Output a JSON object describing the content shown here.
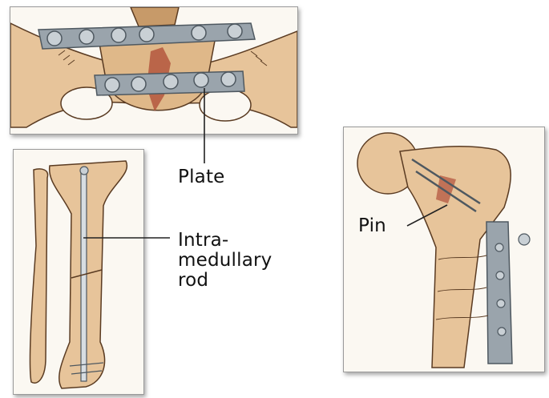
{
  "labels": {
    "plate": "Plate",
    "rod_line1": "Intra-",
    "rod_line2": "medullary",
    "rod_line3": "rod",
    "pin": "Pin"
  },
  "colors": {
    "bone": "#e7c49a",
    "bone_dark": "#b8864f",
    "metal": "#8f9aa3",
    "metal_dark": "#4e5860",
    "outline": "#5a3b22",
    "panel_bg": "#fbf8f2"
  }
}
